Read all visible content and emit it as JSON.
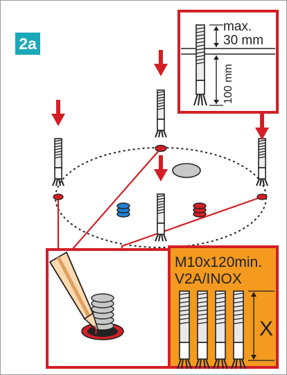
{
  "step": {
    "label": "2a"
  },
  "detail_depth": {
    "max_label": "max.",
    "max_value": "30 mm",
    "depth_value": "100 mm"
  },
  "spec": {
    "line1": "M10x120min.",
    "line2": "V2A/INOX",
    "dimension_label": "X"
  },
  "colors": {
    "accent_red": "#d21f26",
    "orange": "#f39a1f",
    "teal": "#1aa9b8",
    "blue_marker": "#1e7fd0",
    "grey_plate": "#c8c8c8",
    "frame_grey": "#9a9a9a"
  }
}
